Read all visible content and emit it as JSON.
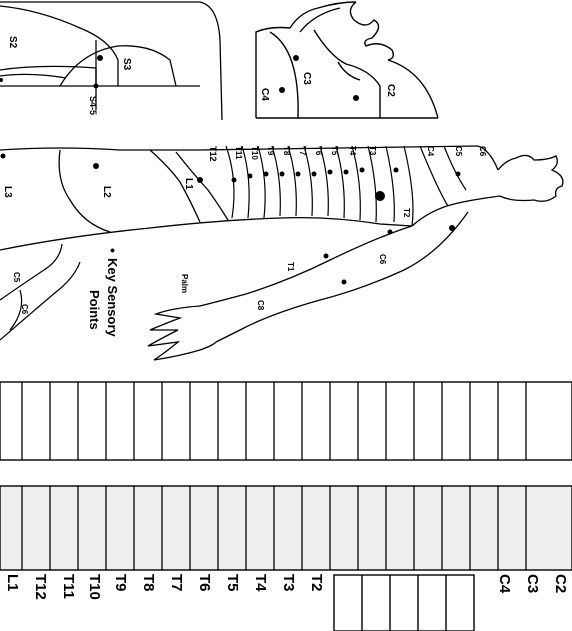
{
  "legend": {
    "bullet": "•",
    "line1": "Key Sensory",
    "line2": "Points"
  },
  "head_labels": [
    "C2",
    "C3",
    "C4"
  ],
  "lower_body_labels": [
    "S2",
    "S3",
    "S4-5"
  ],
  "trunk_labels": [
    "C4",
    "C5",
    "C6",
    "T2",
    "T3",
    "T4",
    "T5",
    "T6",
    "T7",
    "T8",
    "T9",
    "T10",
    "T11",
    "T12",
    "L1",
    "L2",
    "L3"
  ],
  "arm_labels": [
    "C6",
    "T1",
    "C8",
    "Palm"
  ],
  "leg_fragment_labels": [
    "C5",
    "C6"
  ],
  "table_row_labels": [
    "C2",
    "C3",
    "C4",
    "T2",
    "T3",
    "T4",
    "T5",
    "T6",
    "T7",
    "T8",
    "T9",
    "T10",
    "T11",
    "T12",
    "L1"
  ]
}
